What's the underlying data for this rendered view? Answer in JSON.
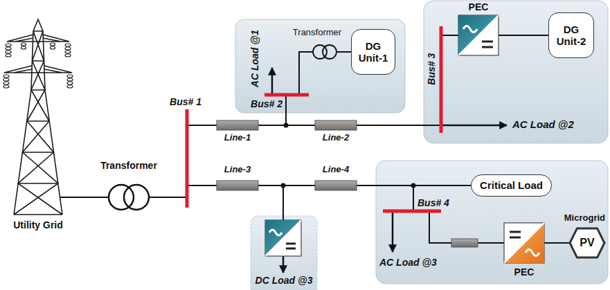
{
  "diagram": {
    "nodes": [
      {
        "text": [
          "DG Unit-1"
        ]
      },
      {
        "text": [
          "DG Unit-2"
        ]
      },
      {
        "text": [
          "Critical Load"
        ]
      },
      {
        "text": [
          "PV"
        ]
      }
    ],
    "labels": [
      "Utility Grid",
      "Transformer",
      "Bus# 1",
      "Line-1",
      "Line-2",
      "Line-3",
      "Line-4",
      "AC Load @1",
      "Transformer",
      "Bus# 2",
      "PEC",
      "Bus# 3",
      "AC Load @2",
      "Bus# 4",
      "AC Load @3",
      "PEC",
      "Microgrid",
      "DC Load @3"
    ]
  }
}
